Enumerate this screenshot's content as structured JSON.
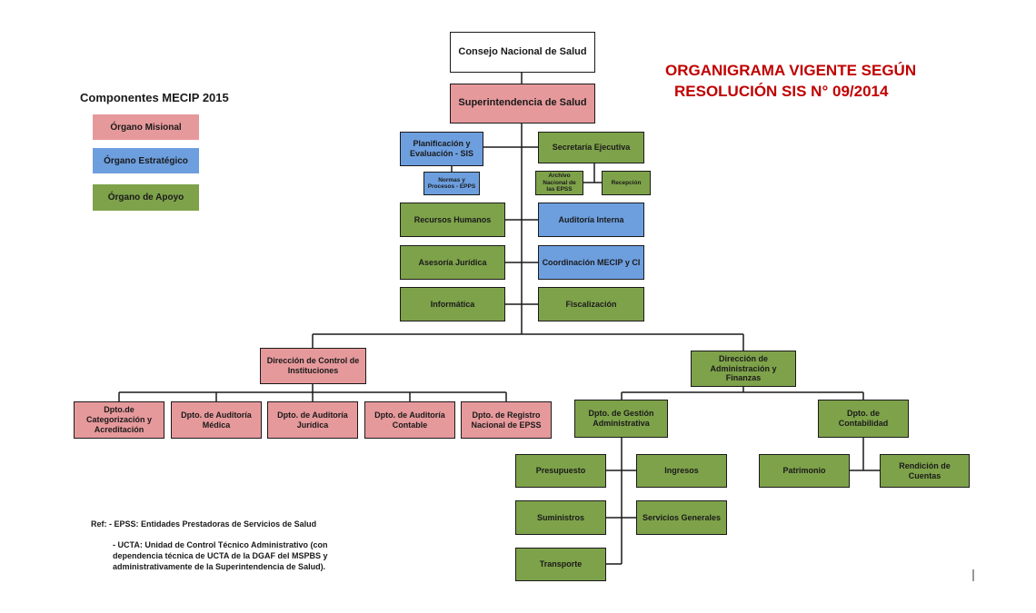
{
  "title": {
    "line1": "ORGANIGRAMA VIGENTE SEGÚN",
    "line2": "RESOLUCIÓN SIS N° 09/2014"
  },
  "legend": {
    "title": "Componentes MECIP 2015",
    "items": [
      {
        "label": "Órgano Misional",
        "color": "#e6999b"
      },
      {
        "label": "Órgano Estratégico",
        "color": "#6d9fdf"
      },
      {
        "label": "Órgano de Apoyo",
        "color": "#7ea24a"
      }
    ]
  },
  "org": {
    "consejo": "Consejo Nacional de Salud",
    "superintendencia": "Superintendencia de Salud",
    "planificacion": "Planificación y Evaluación - SIS",
    "normas": "Normas y Procesos - EPPS",
    "secretaria": "Secretaría Ejecutiva",
    "archivo": "Archivo Nacional de las EPSS",
    "recepcion": "Recepción",
    "rrhh": "Recursos Humanos",
    "auditoria_interna": "Auditoría Interna",
    "asesoria": "Asesoría Jurídica",
    "coordinacion": "Coordinación MECIP y CI",
    "informatica": "Informática",
    "fiscalizacion": "Fiscalización",
    "direccion_control": "Dirección de Control de Instituciones",
    "direccion_admin": "Dirección de Administración y Finanzas",
    "dpto_categorizacion": "Dpto.de Categorización y Acreditación",
    "dpto_aud_medica": "Dpto. de Auditoría Médica",
    "dpto_aud_juridica": "Dpto. de Auditoría Jurídica",
    "dpto_aud_contable": "Dpto. de Auditoría Contable",
    "dpto_registro": "Dpto. de Registro Nacional de EPSS",
    "dpto_gestion": "Dpto. de Gestión Administrativa",
    "dpto_contabilidad": "Dpto. de Contabilidad",
    "presupuesto": "Presupuesto",
    "ingresos": "Ingresos",
    "suministros": "Suministros",
    "servicios_generales": "Servicios Generales",
    "transporte": "Transporte",
    "patrimonio": "Patrimonio",
    "rendicion": "Rendición de Cuentas"
  },
  "ref": {
    "line1": "Ref:  - EPSS: Entidades Prestadoras de Servicios de Salud",
    "ucta1": "- UCTA: Unidad de Control Técnico Administrativo (con",
    "ucta2": "dependencia técnica de UCTA de la DGAF del MSPBS y",
    "ucta3": "administrativamente de la Superintendencia de Salud)."
  }
}
